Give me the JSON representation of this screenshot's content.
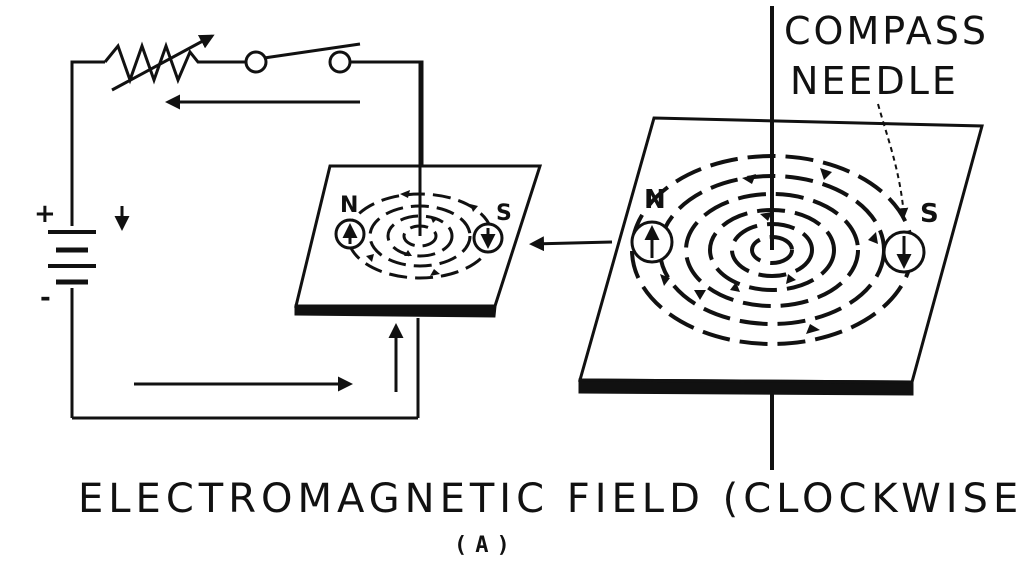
{
  "labels": {
    "compass": "COMPASS",
    "needle": "NEEDLE",
    "north": "N",
    "south": "S",
    "plus": "+",
    "minus": "-",
    "caption": "ELECTROMAGNETIC FIELD (CLOCKWISE)",
    "sublabel": "(A)"
  },
  "colors": {
    "ink": "#111111",
    "background": "#ffffff"
  }
}
